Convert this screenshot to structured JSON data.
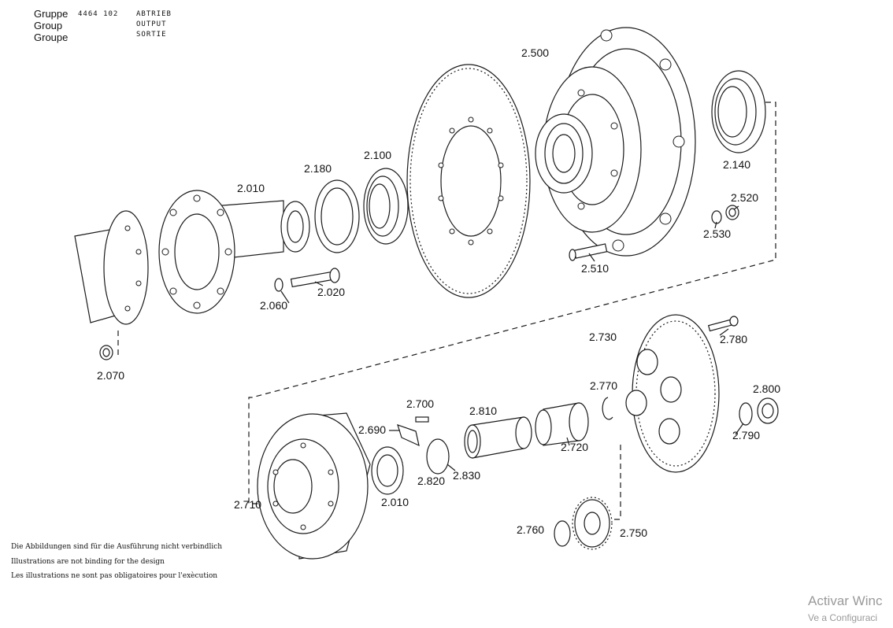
{
  "header": {
    "label_de": "Gruppe",
    "label_en": "Group",
    "label_fr": "Groupe",
    "group_number": "4464 102",
    "name_de": "ABTRIEB",
    "name_en": "OUTPUT",
    "name_fr": "SORTIE"
  },
  "parts": {
    "p2500": "2.500",
    "p2140": "2.140",
    "p2520": "2.520",
    "p2530": "2.530",
    "p2510": "2.510",
    "p2100": "2.100",
    "p2180": "2.180",
    "p2010a": "2.010",
    "p2020": "2.020",
    "p2060": "2.060",
    "p2070": "2.070",
    "p2730": "2.730",
    "p2780": "2.780",
    "p2770": "2.770",
    "p2800": "2.800",
    "p2790": "2.790",
    "p2700": "2.700",
    "p2690": "2.690",
    "p2810": "2.810",
    "p2720": "2.720",
    "p2820": "2.820",
    "p2830": "2.830",
    "p2010b": "2.010",
    "p2710": "2.710",
    "p2760": "2.760",
    "p2750": "2.750"
  },
  "disclaimer": {
    "de": "Die Abbildungen sind für die Ausführung nicht verbindlich",
    "en": "Illustrations are not binding for the design",
    "fr": "Les illustrations ne sont pas obligatoires pour l'exècution"
  },
  "watermark": {
    "line1": "Activar Winc",
    "line2": "Ve a Configuraci"
  }
}
